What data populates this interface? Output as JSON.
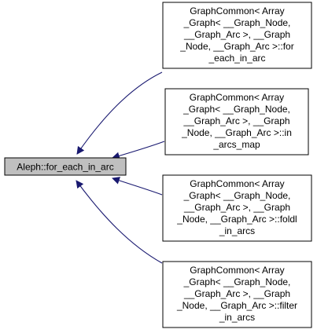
{
  "diagram": {
    "source_node": {
      "label": "Aleph::for_each_in_arc",
      "fill": "#bfbfbf"
    },
    "target_nodes": [
      {
        "lines": [
          "GraphCommon< Array",
          "_Graph< __Graph_Node,",
          "__Graph_Arc >, __Graph",
          "_Node, __Graph_Arc >::for",
          "_each_in_arc"
        ]
      },
      {
        "lines": [
          "GraphCommon< Array",
          "_Graph< __Graph_Node,",
          "__Graph_Arc >, __Graph",
          "_Node, __Graph_Arc >::in",
          "_arcs_map"
        ]
      },
      {
        "lines": [
          "GraphCommon< Array",
          "_Graph< __Graph_Node,",
          "__Graph_Arc >, __Graph",
          "_Node, __Graph_Arc >::foldl",
          "_in_arcs"
        ]
      },
      {
        "lines": [
          "GraphCommon< Array",
          "_Graph< __Graph_Node,",
          "__Graph_Arc >, __Graph",
          "_Node, __Graph_Arc >::filter",
          "_in_arcs"
        ]
      }
    ],
    "edge_color": "#191970",
    "node_stroke": "#000000"
  }
}
